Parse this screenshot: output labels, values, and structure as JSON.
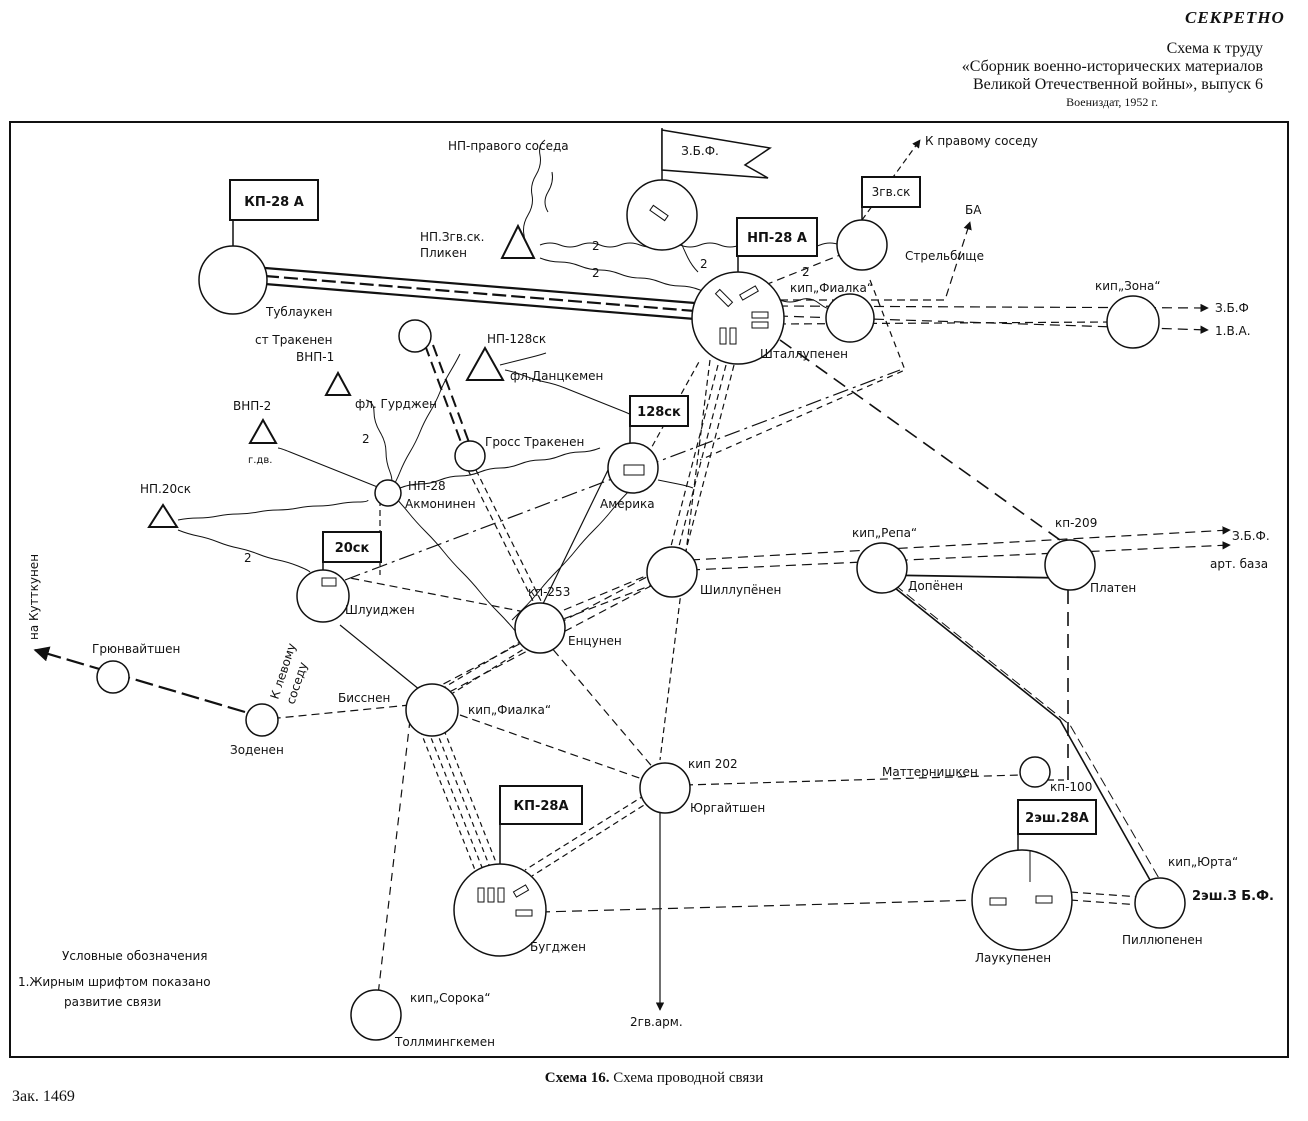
{
  "header": {
    "secret": "СЕКРЕТНО",
    "line1": "Схема к труду",
    "line2": "«Сборник военно-исторических материалов",
    "line3": "Великой Отечественной войны», выпуск 6",
    "line4": "Воениздат, 1952 г."
  },
  "caption": {
    "number": "Схема 16.",
    "title": "Схема проводной связи"
  },
  "order_number": "Зак. 1469",
  "flags": {
    "kp28a_top": "КП-28 А",
    "zbf": "З.Б.Ф.",
    "np28a": "НП-28 А",
    "zgvsk": "3гв.ск",
    "sk128": "128ск",
    "sk20": "20ск",
    "kp28a_bottom": "КП-28А",
    "esh28a": "2эш.28А"
  },
  "labels": {
    "np_right": "НП-правого соседа",
    "to_right": "К правому соседу",
    "ba": "БА",
    "np_zgvsk_1": "НП.Згв.ск.",
    "np_zgvsk_2": "Пликен",
    "tublauken": "Тублаукен",
    "kip_fialka_top": "кип„Фиалка“",
    "kip_zona": "кип„Зона“",
    "zbf_right": "З.Б.Ф",
    "iva": "1.В.А.",
    "strelbishche": "Стрельбище",
    "shtallupenen": "Шталлупенен",
    "st_trakenen": "ст Тракенен",
    "vnp1": "ВНП-1",
    "np128": "НП-128ск",
    "fl_dantskemen": "фл.Данцкемен",
    "fl_gurdzhen": "фл. Гурджен",
    "vnp2": "ВНП-2",
    "gdv": "г.дв.",
    "gross_trakenen": "Гросс Тракенен",
    "amerika": "Америка",
    "np20": "НП.20ск",
    "np28": "НП-28",
    "akmoninen": "Акмонинен",
    "kip_repa": "кип„Репа“",
    "kp209": "кп-209",
    "zbf_right2": "З.Б.Ф.",
    "art_baza": "арт. база",
    "shluidzhen": "Шлуиджен",
    "shillupenen": "Шиллупёнен",
    "dopenen": "Допёнен",
    "platen": "Платен",
    "kp253": "кп-253",
    "entsunen": "Енцунен",
    "na_kuttkunen": "на Кутткунен",
    "grunvaitshen": "Грюнвайтшен",
    "to_left_1": "К левому",
    "to_left_2": "соседу",
    "bissnen": "Бисснен",
    "kip_fialka_mid": "кип„Фиалка“",
    "zodenen": "Зоденен",
    "kip202": "кип 202",
    "yurgaitshen": "Юргайтшен",
    "matternishken": "Маттернишкен",
    "kp100": "кп-100",
    "kip_yurta": "кип„Юрта“",
    "esh_zbf": "2эш.З Б.Ф.",
    "pillupenen": "Пиллюпенен",
    "laukupenen": "Лаукупенен",
    "budzhen": "Бугджен",
    "gvarm": "2гв.арм.",
    "kip_soroka": "кип„Сорока“",
    "tollmingkemen": "Толлмингкемен",
    "legend_title": "Условные обозначения",
    "legend_1": "1.Жирным шрифтом показано",
    "legend_2": "развитие связи",
    "two": "2"
  }
}
